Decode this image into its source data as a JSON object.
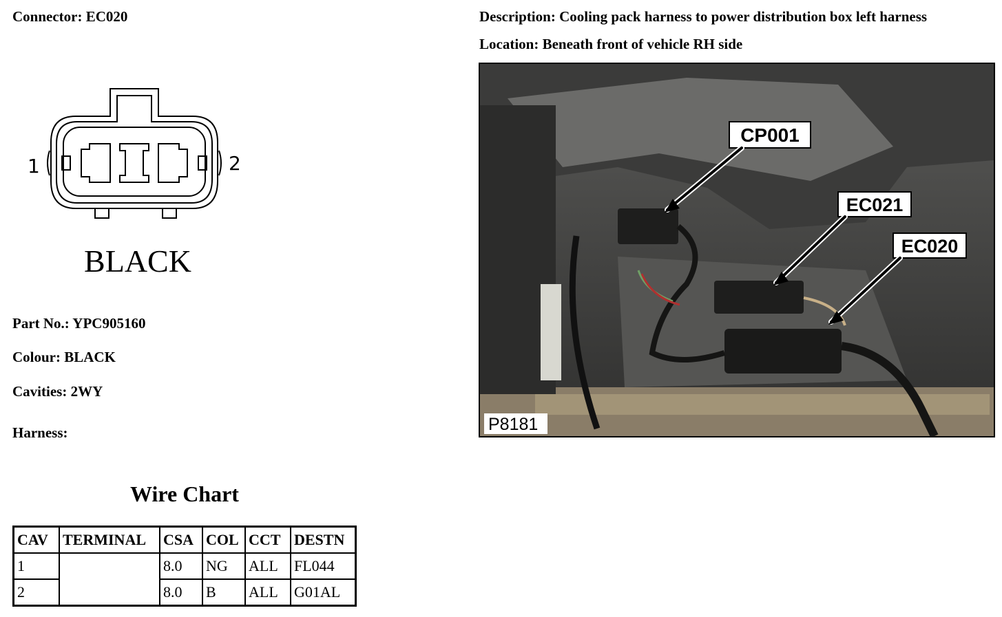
{
  "connector": {
    "label": "Connector:",
    "value": "EC020"
  },
  "description": {
    "label": "Description:",
    "value": "Cooling pack harness to power distribution box left harness"
  },
  "location": {
    "label": "Location:",
    "value": "Beneath front of vehicle RH side"
  },
  "diagram": {
    "pin_left": "1",
    "pin_right": "2",
    "color_text": "BLACK"
  },
  "part_no": {
    "label": "Part No.:",
    "value": "YPC905160"
  },
  "colour": {
    "label": "Colour:",
    "value": "BLACK"
  },
  "cavities": {
    "label": "Cavities:",
    "value": "2WY"
  },
  "harness": {
    "label": "Harness:",
    "value": ""
  },
  "wire_chart": {
    "title": "Wire Chart",
    "headers": [
      "CAV",
      "TERMINAL",
      "CSA",
      "COL",
      "CCT",
      "DESTN"
    ],
    "rows": [
      {
        "cav": "1",
        "terminal": "",
        "csa": "8.0",
        "col": "NG",
        "cct": "ALL",
        "destn": "FL044"
      },
      {
        "cav": "2",
        "terminal": "",
        "csa": "8.0",
        "col": "B",
        "cct": "ALL",
        "destn": "G01AL"
      }
    ]
  },
  "photo": {
    "callouts": [
      "CP001",
      "EC021",
      "EC020"
    ],
    "ref": "P8181"
  }
}
